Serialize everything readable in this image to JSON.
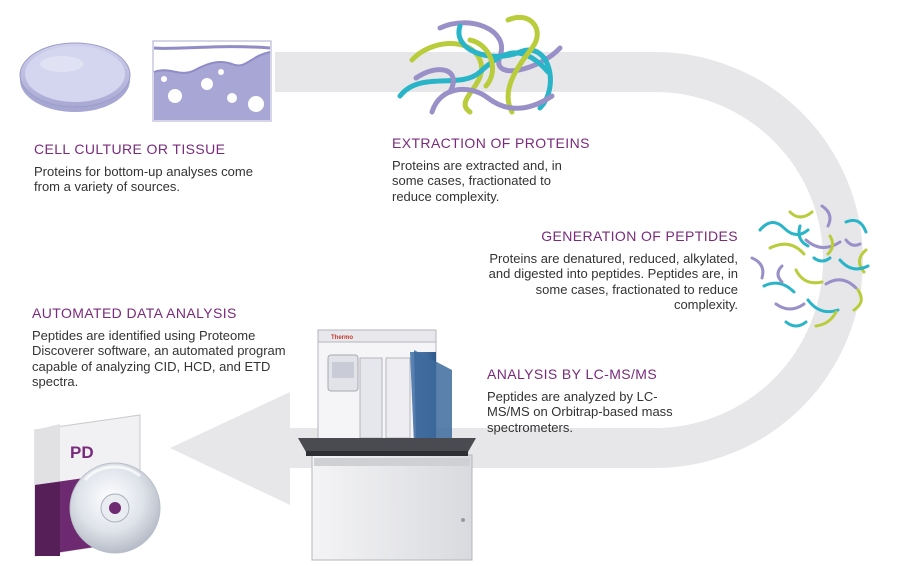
{
  "colors": {
    "accent": "#7a2a7c",
    "arrow": "#e6e6e8",
    "text": "#333333",
    "protein_teal": "#2ab4c8",
    "protein_lime": "#b8cc3c",
    "protein_lavender": "#9a90c8"
  },
  "steps": {
    "cell_culture": {
      "title": "CELL CULTURE OR TISSUE",
      "description": "Proteins for bottom-up analyses come from a variety of sources."
    },
    "extraction": {
      "title": "EXTRACTION OF PROTEINS",
      "description": "Proteins are extracted and, in some cases, fractionated to reduce complexity."
    },
    "peptides": {
      "title": "GENERATION OF PEPTIDES",
      "description": "Proteins are denatured, reduced, alkylated, and digested into peptides. Peptides are, in some cases, fractionated to reduce complexity."
    },
    "lcms": {
      "title": "ANALYSIS BY LC-MS/MS",
      "description": "Peptides are analyzed by LC-MS/MS on Orbitrap-based mass spectrometers."
    },
    "data_analysis": {
      "title": "AUTOMATED DATA ANALYSIS",
      "description": "Peptides are identified using Proteome Discoverer software, an automated program capable of analyzing CID, HCD, and ETD spectra."
    }
  },
  "software_box": {
    "label": "PD"
  },
  "instrument": {
    "brand": "Thermo"
  },
  "icons": {
    "petri_dish": "petri-dish-icon",
    "tissue": "tissue-section-icon",
    "protein": "protein-tangle-icon",
    "peptides": "peptide-cloud-icon",
    "instrument": "mass-spectrometer-icon",
    "software": "software-box-icon",
    "disc": "cd-disc-icon"
  }
}
